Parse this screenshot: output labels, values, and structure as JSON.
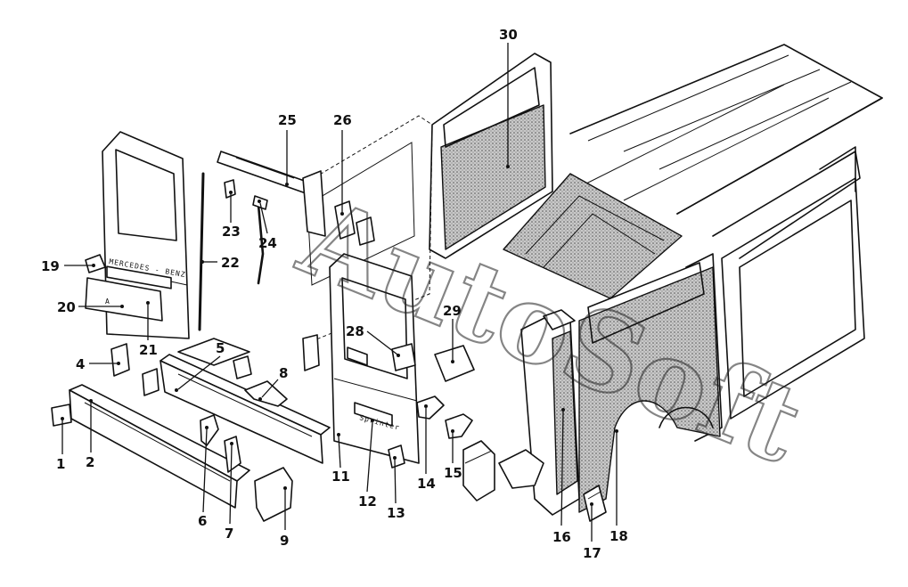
{
  "watermark": "AutoSoft",
  "badge_plate_text": "MERCEDES - BENZ",
  "sprinter_badge_text": "Sprinter",
  "callouts": [
    {
      "id": "1",
      "label": "1"
    },
    {
      "id": "2",
      "label": "2"
    },
    {
      "id": "4",
      "label": "4"
    },
    {
      "id": "5",
      "label": "5"
    },
    {
      "id": "6",
      "label": "6"
    },
    {
      "id": "7",
      "label": "7"
    },
    {
      "id": "8",
      "label": "8"
    },
    {
      "id": "9",
      "label": "9"
    },
    {
      "id": "11",
      "label": "11"
    },
    {
      "id": "12",
      "label": "12"
    },
    {
      "id": "13",
      "label": "13"
    },
    {
      "id": "14",
      "label": "14"
    },
    {
      "id": "15",
      "label": "15"
    },
    {
      "id": "16",
      "label": "16"
    },
    {
      "id": "17",
      "label": "17"
    },
    {
      "id": "18",
      "label": "18"
    },
    {
      "id": "19",
      "label": "19"
    },
    {
      "id": "20",
      "label": "20"
    },
    {
      "id": "21",
      "label": "21"
    },
    {
      "id": "22",
      "label": "22"
    },
    {
      "id": "23",
      "label": "23"
    },
    {
      "id": "24",
      "label": "24"
    },
    {
      "id": "25",
      "label": "25"
    },
    {
      "id": "26",
      "label": "26"
    },
    {
      "id": "28",
      "label": "28"
    },
    {
      "id": "29",
      "label": "29"
    },
    {
      "id": "30",
      "label": "30"
    }
  ]
}
